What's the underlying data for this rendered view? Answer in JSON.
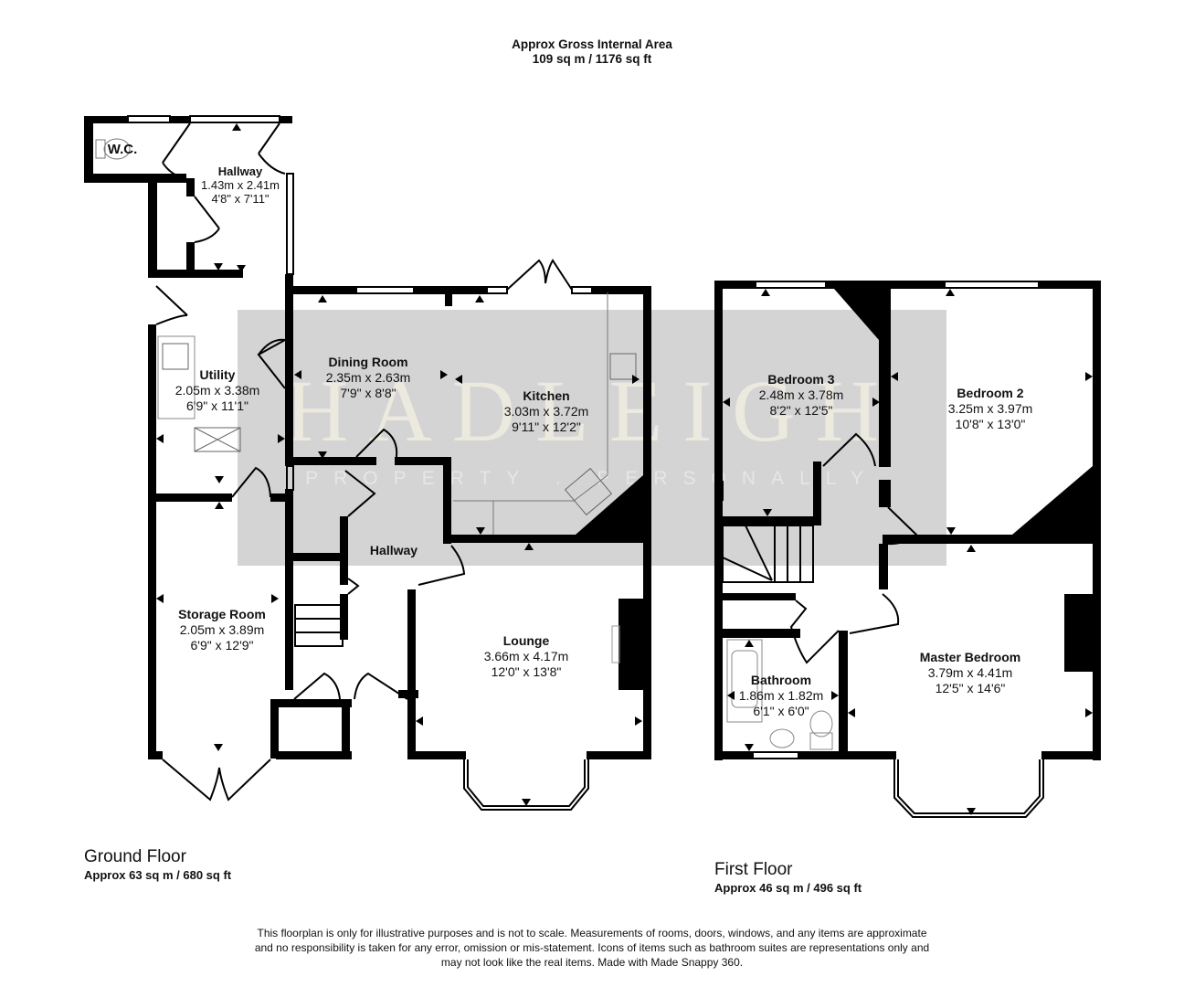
{
  "header": {
    "title": "Approx Gross Internal Area",
    "area": "109 sq m / 1176 sq ft"
  },
  "watermark": {
    "brand": "HADLEIGH",
    "tagline": "PROPERTY . PERSONALLY"
  },
  "colors": {
    "wall": "#000000",
    "watermark_band": "#d4d4d4",
    "background": "#ffffff"
  },
  "ground_floor": {
    "title": "Ground Floor",
    "area": "Approx 63 sq m / 680 sq ft",
    "rooms": [
      {
        "name": "W.C.",
        "metric": "",
        "imperial": ""
      },
      {
        "name": "Hallway",
        "metric": "1.43m x 2.41m",
        "imperial": "4'8\" x 7'11\""
      },
      {
        "name": "Utility",
        "metric": "2.05m x 3.38m",
        "imperial": "6'9\" x 11'1\""
      },
      {
        "name": "Dining Room",
        "metric": "2.35m x 2.63m",
        "imperial": "7'9\" x 8'8\""
      },
      {
        "name": "Kitchen",
        "metric": "3.03m x 3.72m",
        "imperial": "9'11\" x 12'2\""
      },
      {
        "name": "Hallway",
        "metric": "",
        "imperial": ""
      },
      {
        "name": "Storage Room",
        "metric": "2.05m x 3.89m",
        "imperial": "6'9\" x 12'9\""
      },
      {
        "name": "Lounge",
        "metric": "3.66m x 4.17m",
        "imperial": "12'0\" x 13'8\""
      }
    ]
  },
  "first_floor": {
    "title": "First Floor",
    "area": "Approx 46 sq m / 496 sq ft",
    "rooms": [
      {
        "name": "Bedroom 3",
        "metric": "2.48m x 3.78m",
        "imperial": "8'2\" x 12'5\""
      },
      {
        "name": "Bedroom 2",
        "metric": "3.25m x 3.97m",
        "imperial": "10'8\" x 13'0\""
      },
      {
        "name": "Master Bedroom",
        "metric": "3.79m x 4.41m",
        "imperial": "12'5\" x 14'6\""
      },
      {
        "name": "Bathroom",
        "metric": "1.86m x 1.82m",
        "imperial": "6'1\" x 6'0\""
      }
    ]
  },
  "disclaimer": {
    "line1": "This floorplan is only for illustrative purposes and is not to scale. Measurements of rooms, doors, windows, and any items are approximate",
    "line2": "and no responsibility is taken for any error, omission or mis-statement. Icons of items such as bathroom suites are representations only and",
    "line3": "may not look like the real items. Made with Made Snappy 360."
  }
}
